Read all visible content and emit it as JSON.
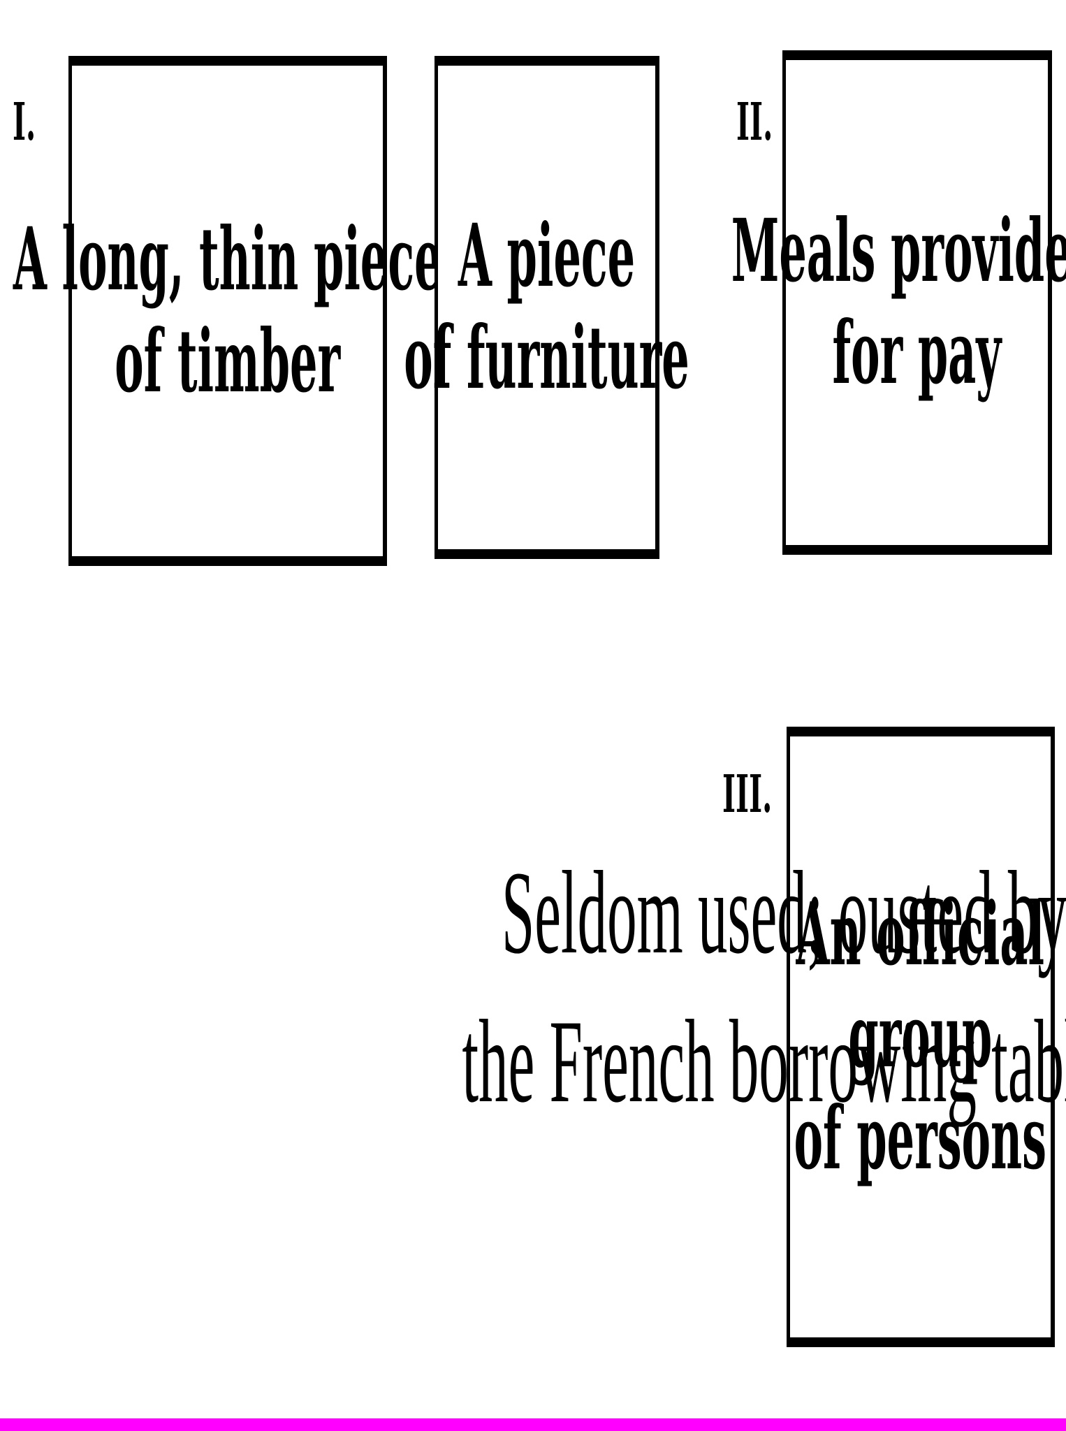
{
  "sections": [
    {
      "numeral": "I.",
      "boxes": [
        {
          "lines": [
            "A long, thin piece",
            "of timber"
          ]
        },
        {
          "lines": [
            "A piece",
            "of furniture"
          ]
        }
      ]
    },
    {
      "numeral": "II.",
      "boxes": [
        {
          "lines": [
            "Meals provided",
            "for pay"
          ]
        }
      ]
    },
    {
      "numeral": "III.",
      "boxes": [
        {
          "lines": [
            "An official",
            "group",
            "of persons"
          ]
        }
      ]
    }
  ],
  "note": {
    "lines": [
      "Seldom used; ousted by",
      "the French borrowing table"
    ]
  },
  "colors": {
    "bottom_bar": "#ff00ff",
    "ink": "#000000"
  }
}
